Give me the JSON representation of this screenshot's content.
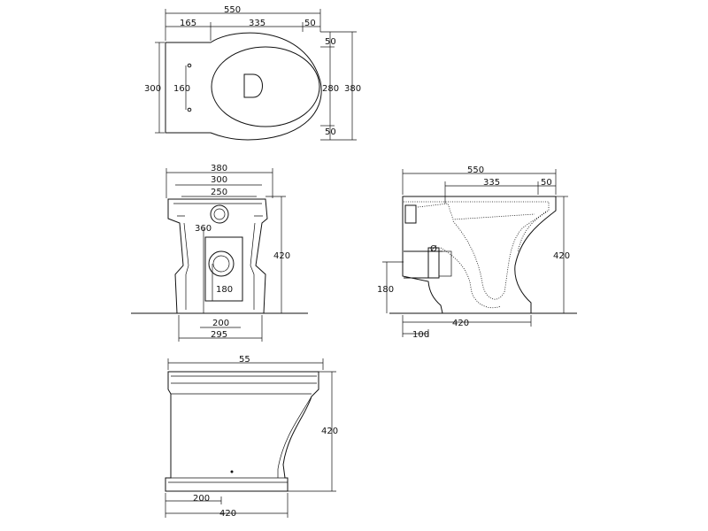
{
  "views": {
    "top": {
      "dims": {
        "overall_length": "550",
        "rear_part": "165",
        "bowl_part": "335",
        "front_offset": "50",
        "width": "300",
        "fixing_spacing": "160",
        "top_offset": "50",
        "bowl_depth": "280",
        "overall_depth": "380",
        "bottom_offset": "50"
      }
    },
    "rear": {
      "dims": {
        "width_top": "380",
        "width_mid": "300",
        "width_low": "250",
        "outlet_height": "360",
        "height": "420",
        "outlet_center": "180",
        "base_inner": "200",
        "base_outer": "295"
      }
    },
    "side_section": {
      "dims": {
        "length": "550",
        "bowl_length": "335",
        "front_offset": "50",
        "height": "420",
        "outlet_height": "180",
        "base_length": "420",
        "outlet_offset": "100",
        "pipe_label": "Ø"
      }
    },
    "front": {
      "dims": {
        "length": "55",
        "height": "420",
        "offset": "200",
        "base_length": "420"
      }
    }
  }
}
